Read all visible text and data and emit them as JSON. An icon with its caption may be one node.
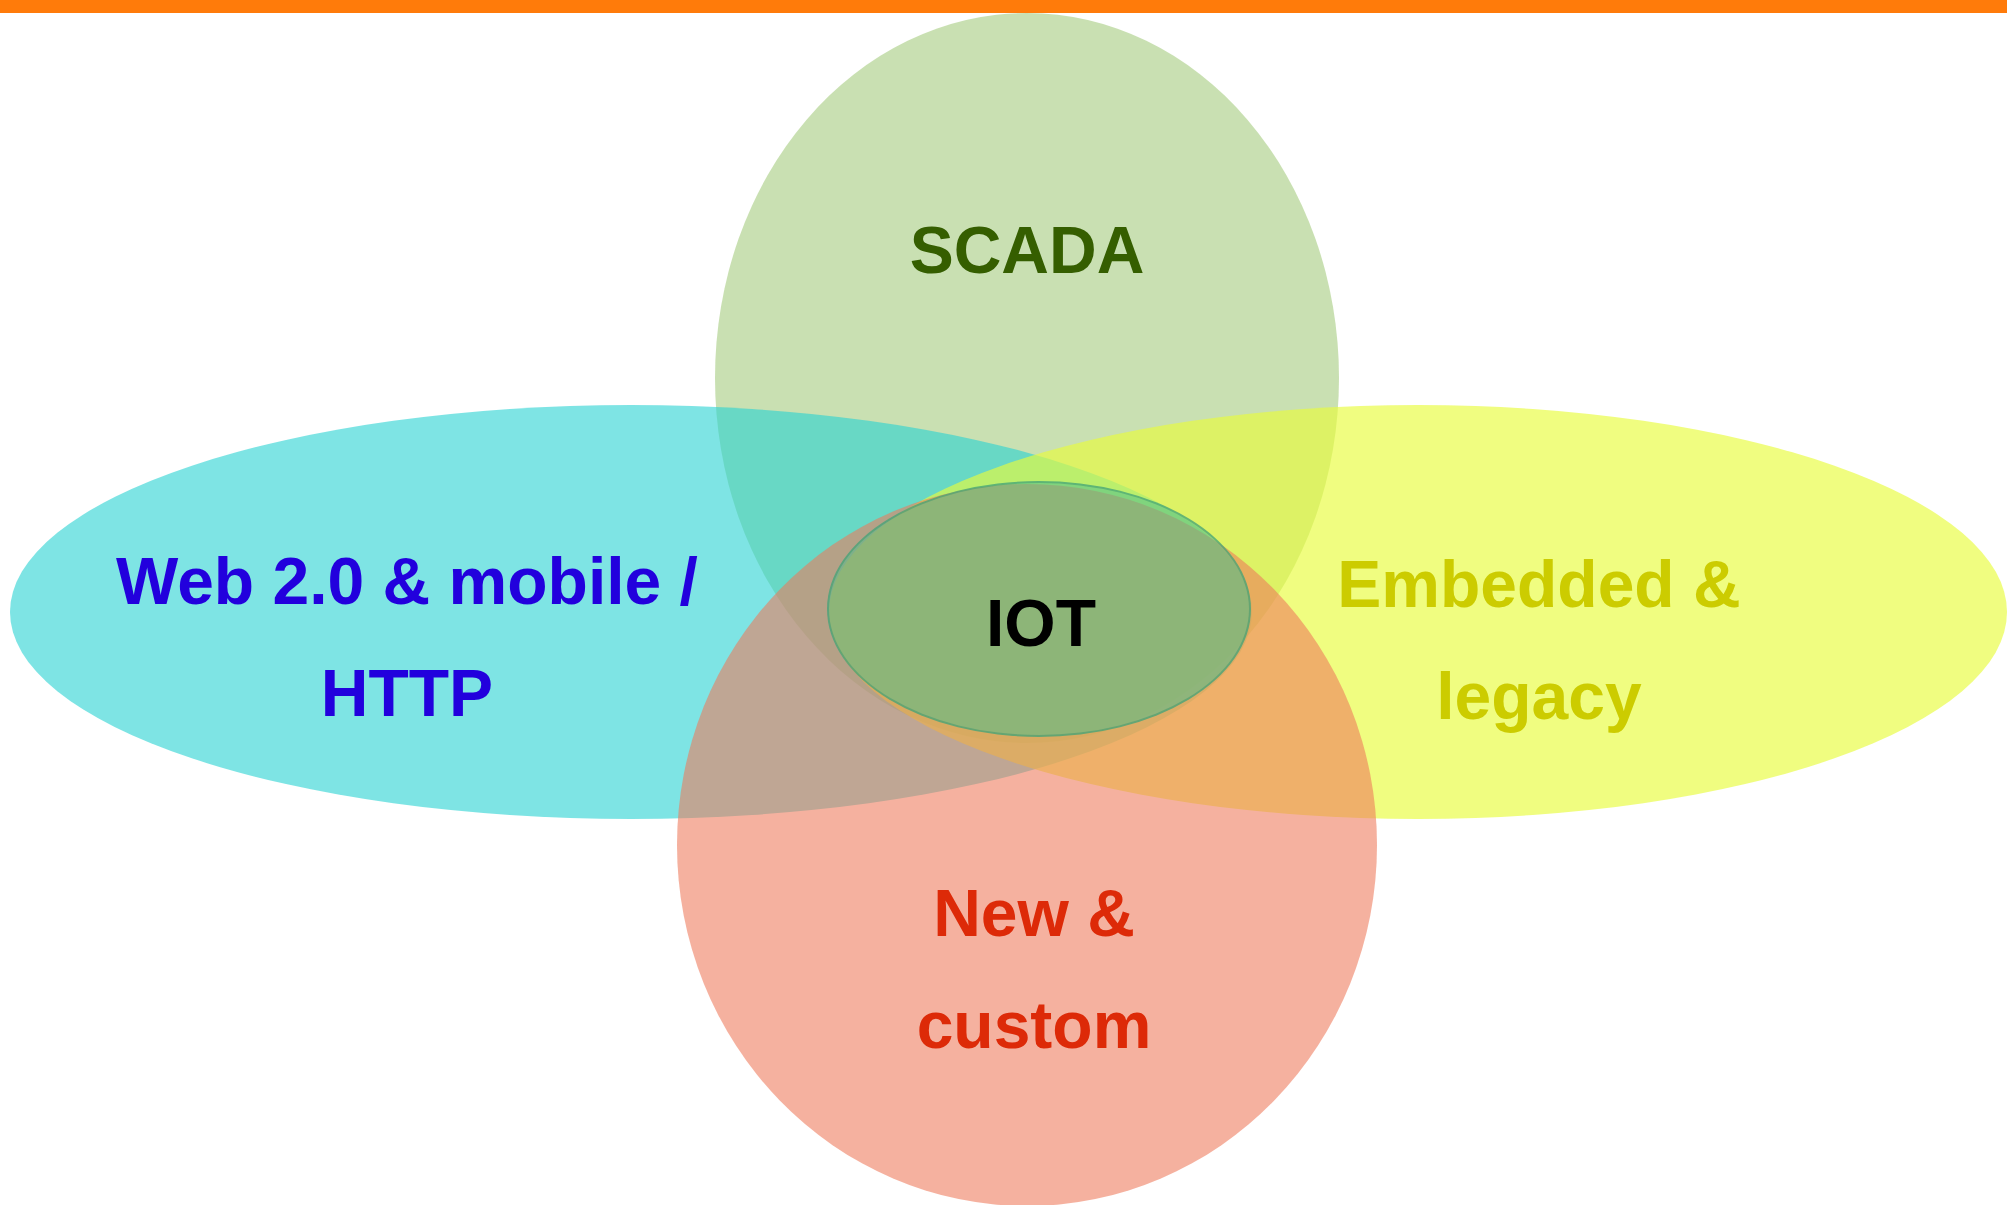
{
  "diagram": {
    "nodes": [
      {
        "text": [
          "SCADA"
        ]
      },
      {
        "text": [
          "Web 2.0 & mobile / HTTP"
        ]
      },
      {
        "text": [
          "IOT"
        ]
      },
      {
        "text": [
          "Embedded & legacy"
        ]
      },
      {
        "text": [
          "New & custom"
        ]
      }
    ]
  }
}
